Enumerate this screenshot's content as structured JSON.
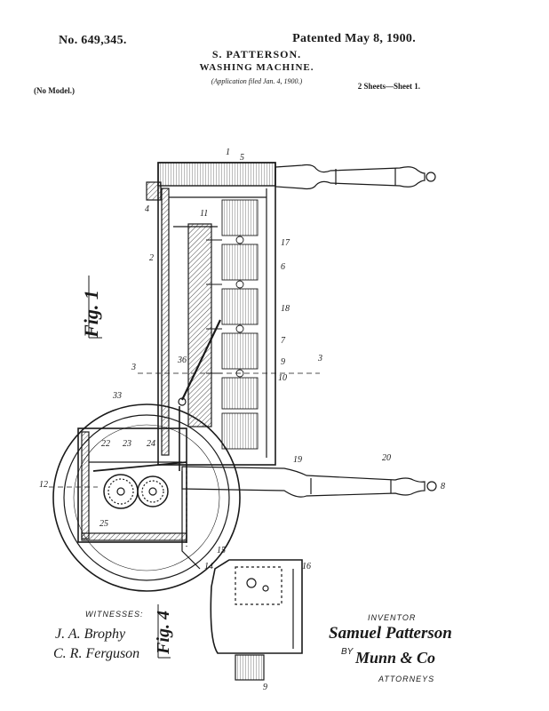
{
  "header": {
    "patent_number": "No. 649,345.",
    "patented": "Patented May 8, 1900.",
    "inventor": "S. PATTERSON.",
    "title": "WASHING MACHINE.",
    "filed": "(Application filed Jan. 4, 1900.)",
    "model": "(No Model.)",
    "sheets": "2 Sheets—Sheet 1."
  },
  "figures": {
    "fig1": "Fig. 1",
    "fig4": "Fig. 4"
  },
  "reference_numerals": {
    "n1": "1",
    "n5": "5",
    "n2": "2",
    "n3": "3",
    "n4": "4",
    "n11": "11",
    "n6": "6",
    "n17": "17",
    "n18": "18",
    "n7": "7",
    "n9": "9",
    "n10": "10",
    "n33": "33",
    "n36": "36",
    "n19": "19",
    "n20": "20",
    "n8": "8",
    "n12": "12",
    "n14": "14",
    "n15": "15",
    "n16": "16",
    "n22": "22",
    "n23": "23",
    "n24": "24",
    "n25": "25"
  },
  "signatures": {
    "witnesses_label": "WITNESSES:",
    "witness_1": "J. A. Brophy",
    "witness_2": "C. R. Ferguson",
    "inventor_label": "INVENTOR",
    "inventor_sig": "Samuel Patterson",
    "by_label": "BY",
    "attorney_sig": "Munn & Co",
    "attorneys_label": "ATTORNEYS"
  }
}
